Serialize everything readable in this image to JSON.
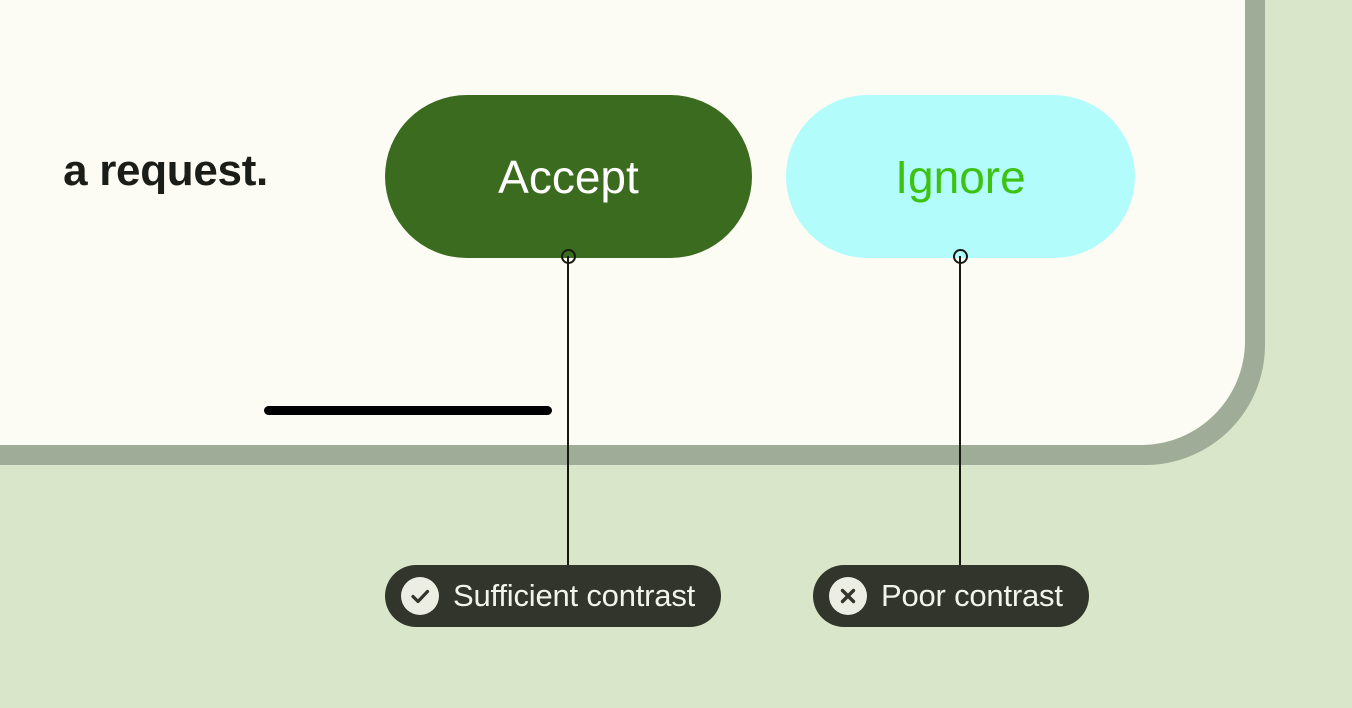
{
  "page": {
    "background_color": "#dae6ca"
  },
  "device": {
    "frame_color": "#9fac97",
    "screen_color": "#fcfcf4",
    "home_indicator_color": "#000000"
  },
  "cards": {
    "background_color": "#edf1e8"
  },
  "message": {
    "text": "a request."
  },
  "buttons": [
    {
      "label": "Accept",
      "background_color": "#3a6b1e",
      "text_color": "#ffffff"
    },
    {
      "label": "Ignore",
      "background_color": "#b2fcfb",
      "text_color": "#3dc211"
    }
  ],
  "annotations": [
    {
      "label": "Sufficient contrast",
      "icon": "check-circle-icon",
      "pill_color": "#32352c",
      "text_color": "#f2f3ec",
      "badge_color": "#eceee3"
    },
    {
      "label": "Poor contrast",
      "icon": "x-circle-icon",
      "pill_color": "#32352c",
      "text_color": "#f2f3ec",
      "badge_color": "#eceee3"
    }
  ]
}
